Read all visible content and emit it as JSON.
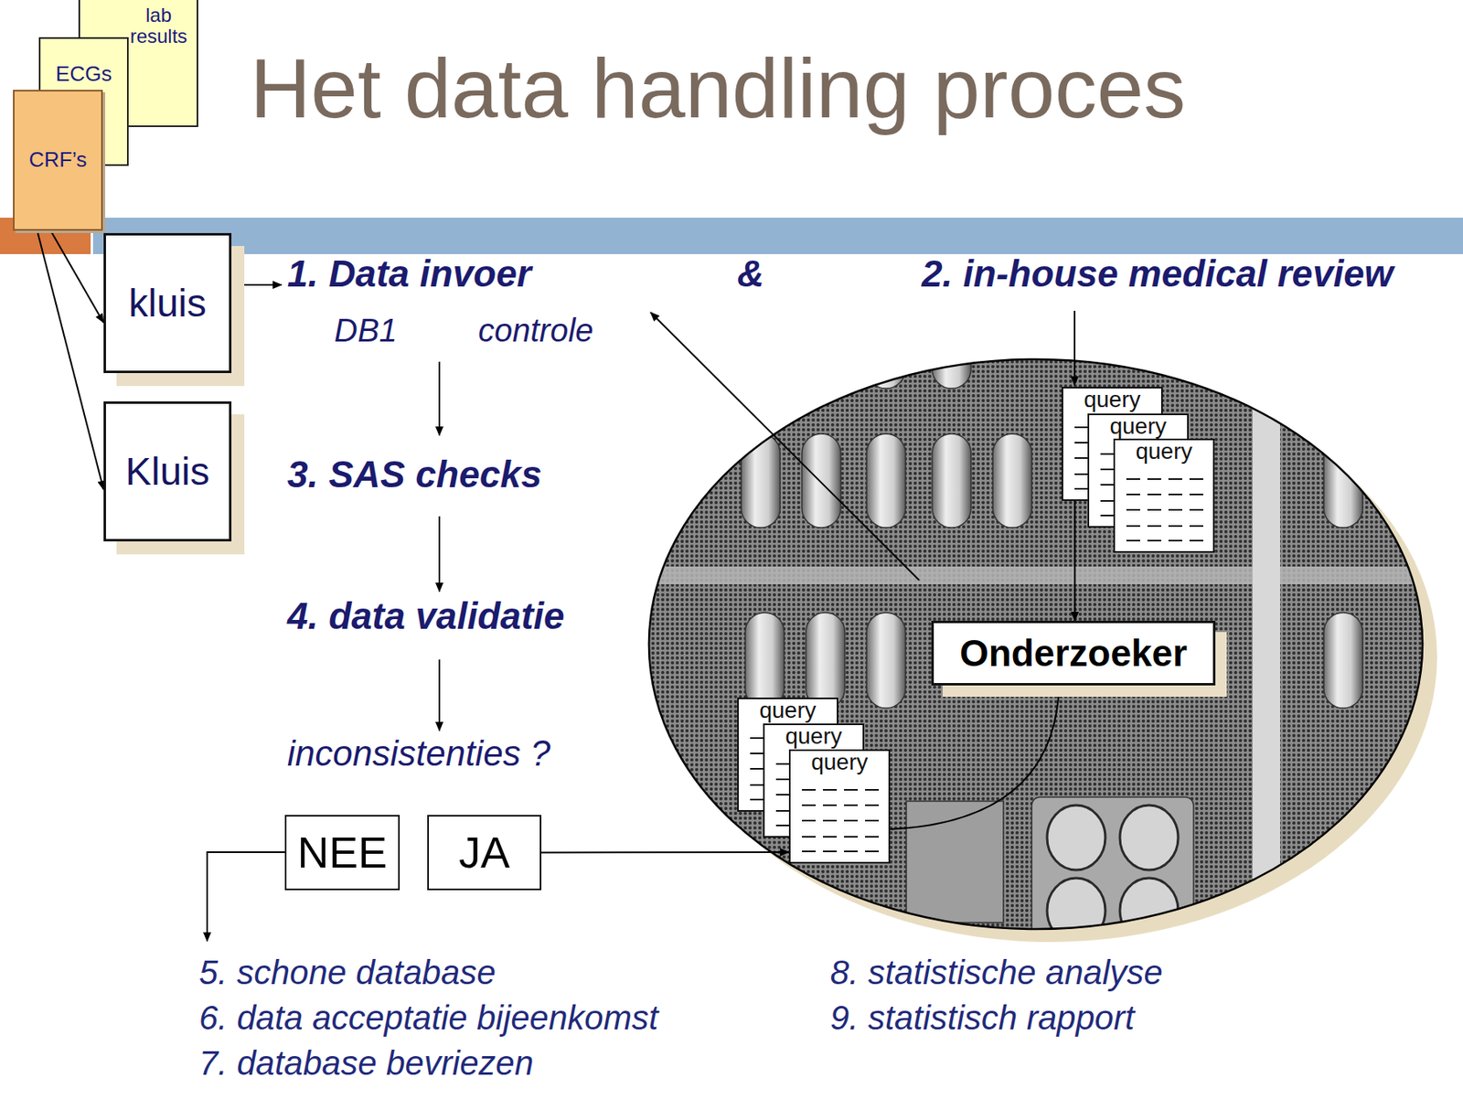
{
  "diagram": {
    "title": "Het data handling proces",
    "nodes": [
      {
        "text": [
          "lab results"
        ]
      },
      {
        "text": [
          "ECGs"
        ]
      },
      {
        "text": [
          "CRF’s"
        ]
      },
      {
        "text": [
          "kluis"
        ]
      },
      {
        "text": [
          "Kluis"
        ]
      },
      {
        "text": [
          "NEE"
        ]
      },
      {
        "text": [
          "JA"
        ]
      },
      {
        "text": [
          "query"
        ]
      },
      {
        "text": [
          "query"
        ]
      },
      {
        "text": [
          "query"
        ]
      },
      {
        "text": [
          "Onderzoeker"
        ]
      },
      {
        "text": [
          "query"
        ]
      },
      {
        "text": [
          "query"
        ]
      },
      {
        "text": [
          "query"
        ]
      }
    ],
    "edges": [
      {
        "from": 2,
        "to": 3,
        "arrow": "to"
      },
      {
        "from": 2,
        "to": 4,
        "arrow": "to"
      },
      {
        "from": 6,
        "to": 13,
        "arrow": "to"
      },
      {
        "from": 7,
        "to": 10,
        "arrow": "to"
      },
      {
        "from": 13,
        "to": 10,
        "arrow": "to"
      }
    ],
    "labels": [
      "1. Data invoer",
      "&",
      "2. in-house medical review",
      "DB1",
      "controle",
      "3. SAS checks",
      "4. data validatie",
      "inconsistenties ?",
      "5. schone database",
      "6. data acceptatie bijeenkomst",
      "7. database bevriezen",
      "8. statistische analyse",
      "9. statistisch rapport"
    ]
  }
}
